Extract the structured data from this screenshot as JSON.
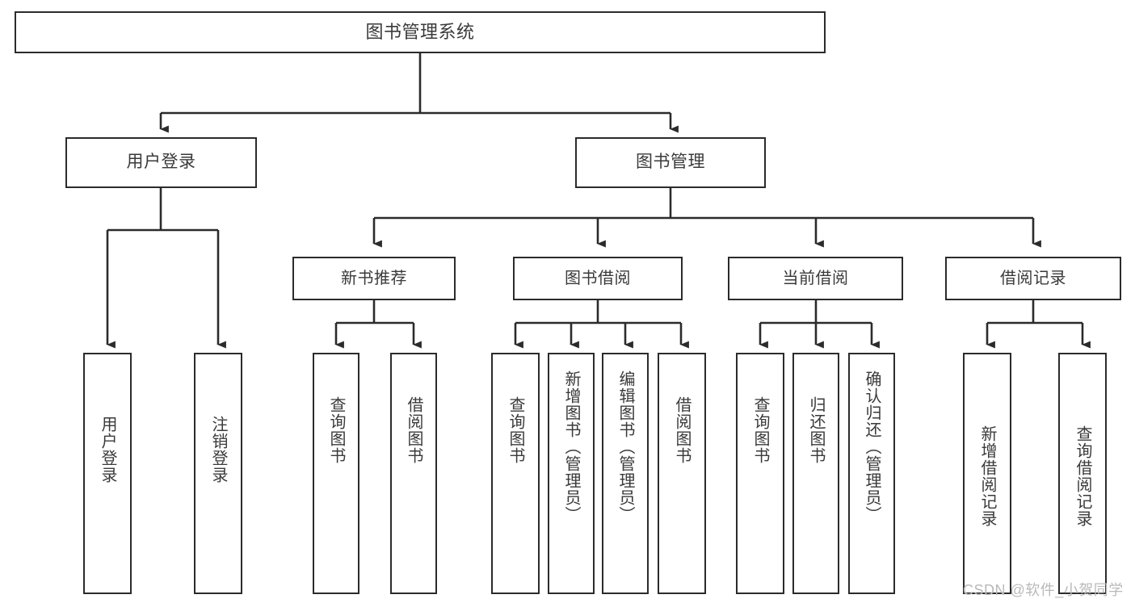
{
  "diagram": {
    "title": "图书管理系统",
    "type": "tree",
    "orientation": "top-down",
    "colors": {
      "box_border": "#2b2b2b",
      "box_fill": "#ffffff",
      "edge": "#2b2b2b",
      "text": "#3a3a3a",
      "watermark": "#b9b9b9",
      "background": "#ffffff"
    },
    "nodes": {
      "root": {
        "label": "图书管理系统"
      },
      "level1": [
        {
          "label": "用户登录"
        },
        {
          "label": "图书管理"
        }
      ],
      "level2": [
        {
          "label": "新书推荐"
        },
        {
          "label": "图书借阅"
        },
        {
          "label": "当前借阅"
        },
        {
          "label": "借阅记录"
        }
      ],
      "leaves": {
        "user_login": [
          {
            "label": "用户登录"
          },
          {
            "label": "注销登录"
          }
        ],
        "new_book_recommend": [
          {
            "label": "查询图书"
          },
          {
            "label": "借阅图书"
          }
        ],
        "book_borrow": [
          {
            "label": "查询图书"
          },
          {
            "label": "新增图书（管理员）"
          },
          {
            "label": "编辑图书（管理员）"
          },
          {
            "label": "借阅图书"
          }
        ],
        "current_borrow": [
          {
            "label": "查询图书"
          },
          {
            "label": "归还图书"
          },
          {
            "label": "确认归还（管理员）"
          }
        ],
        "borrow_record": [
          {
            "label": "新增借阅记录"
          },
          {
            "label": "查询借阅记录"
          }
        ]
      }
    }
  },
  "watermark": {
    "text": "CSDN @软件_小贺同学"
  }
}
